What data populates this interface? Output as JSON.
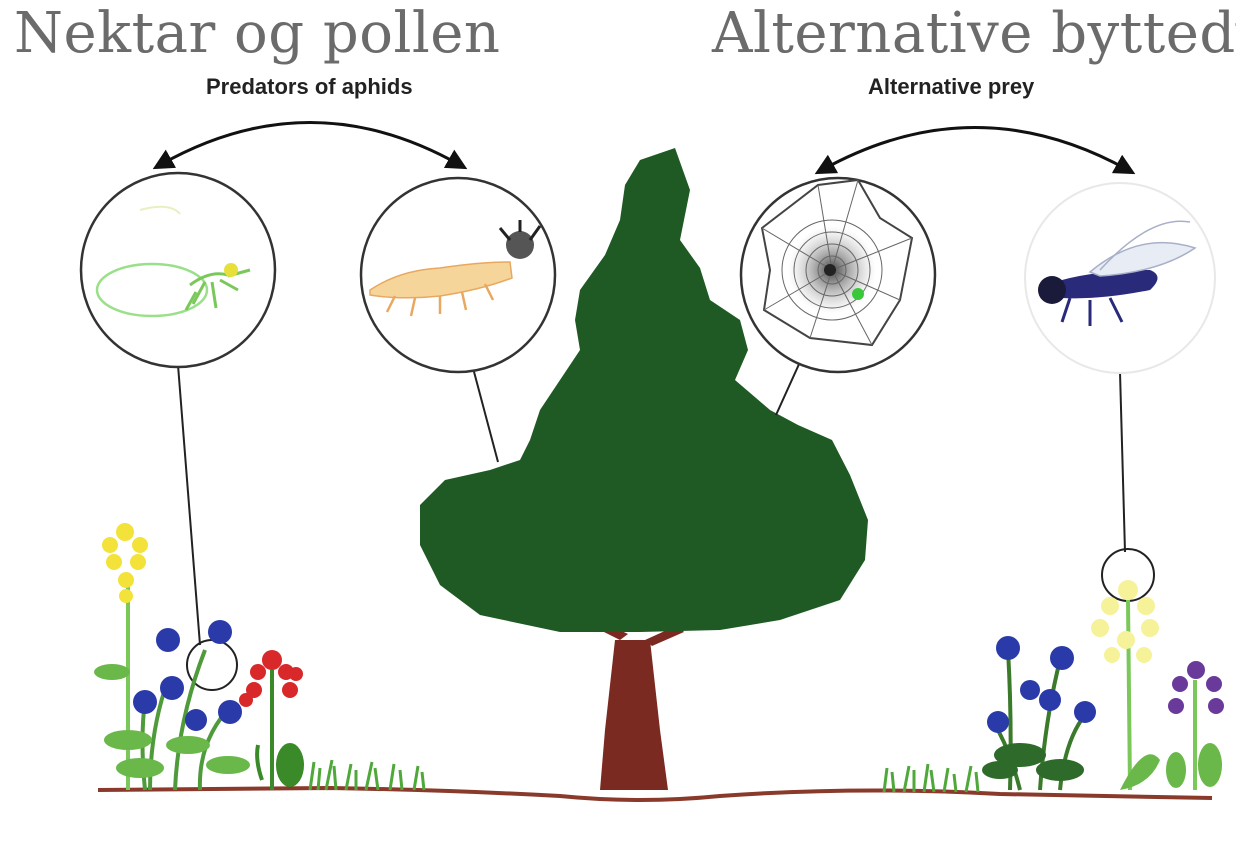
{
  "titles": {
    "left": "Nektar og pollen",
    "right": "Alternative byttedyr"
  },
  "subtitles": {
    "left": "Predators of aphids",
    "right": "Alternative prey"
  },
  "colors": {
    "tree_foliage": "#1f5a24",
    "trunk": "#7a2a20",
    "ground": "#8a3a2a",
    "grass": "#4fa83a",
    "title_text": "#6b6b6b",
    "flower_blue": "#2a3aa8",
    "flower_red": "#d8282a",
    "flower_yellow": "#f2e23a",
    "flower_pale_yellow": "#f6f29a",
    "flower_purple": "#6a3a9a"
  },
  "icons": [
    "lacewing-larva-icon",
    "ladybird-larva-icon",
    "spider-web-icon",
    "fly-icon",
    "tree-icon"
  ]
}
